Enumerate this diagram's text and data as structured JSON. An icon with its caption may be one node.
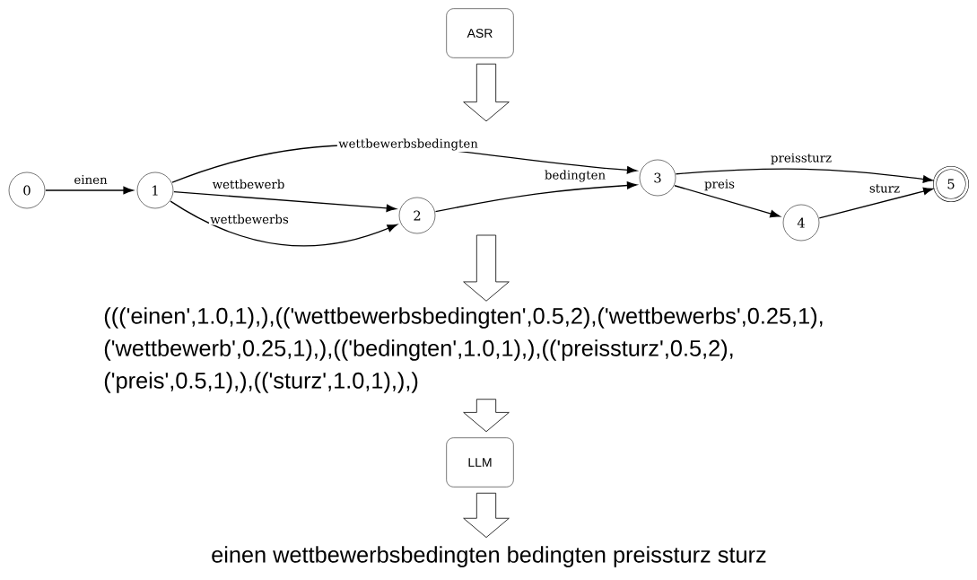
{
  "diagram": {
    "nodes": [
      {
        "text": [
          "ASR"
        ]
      },
      {
        "text": [
          "0"
        ]
      },
      {
        "text": [
          "1"
        ]
      },
      {
        "text": [
          "2"
        ]
      },
      {
        "text": [
          "3"
        ]
      },
      {
        "text": [
          "4"
        ]
      },
      {
        "text": [
          "5"
        ]
      },
      {
        "text": [
          "((('einen',1.0,1),),(('wettbewerbsbedingten',0.5,2),('wettbewerbs',0.25,1), ('wettbewerb',0.25,1),),(('bedingten',1.0,1),),(('preissturz',0.5,2), ('preis',0.5,1),),(('sturz',1.0,1),),)"
        ]
      },
      {
        "text": [
          "LLM"
        ]
      },
      {
        "text": [
          "einen wettbewerbsbedingten bedingten preissturz sturz"
        ]
      }
    ],
    "edges": [
      {
        "from": 1,
        "to": 2,
        "label": "einen",
        "arrow": "to"
      },
      {
        "from": 2,
        "to": 4,
        "label": "wettbewerbsbedingten",
        "arrow": "to"
      },
      {
        "from": 2,
        "to": 3,
        "label": "wettbewerb",
        "arrow": "to"
      },
      {
        "from": 2,
        "to": 3,
        "label": "wettbewerbs",
        "arrow": "to"
      },
      {
        "from": 3,
        "to": 4,
        "label": "bedingten",
        "arrow": "to"
      },
      {
        "from": 4,
        "to": 6,
        "label": "preissturz",
        "arrow": "to"
      },
      {
        "from": 4,
        "to": 5,
        "label": "preis",
        "arrow": "to"
      },
      {
        "from": 5,
        "to": 6,
        "label": "sturz",
        "arrow": "to"
      },
      {
        "from": 0,
        "to": null,
        "arrow": "to",
        "style": "thick"
      },
      {
        "from": null,
        "to": 7,
        "arrow": "to",
        "style": "thick"
      },
      {
        "from": 7,
        "to": 8,
        "arrow": "to",
        "style": "thick"
      },
      {
        "from": 8,
        "to": 9,
        "arrow": "to",
        "style": "thick"
      }
    ]
  }
}
